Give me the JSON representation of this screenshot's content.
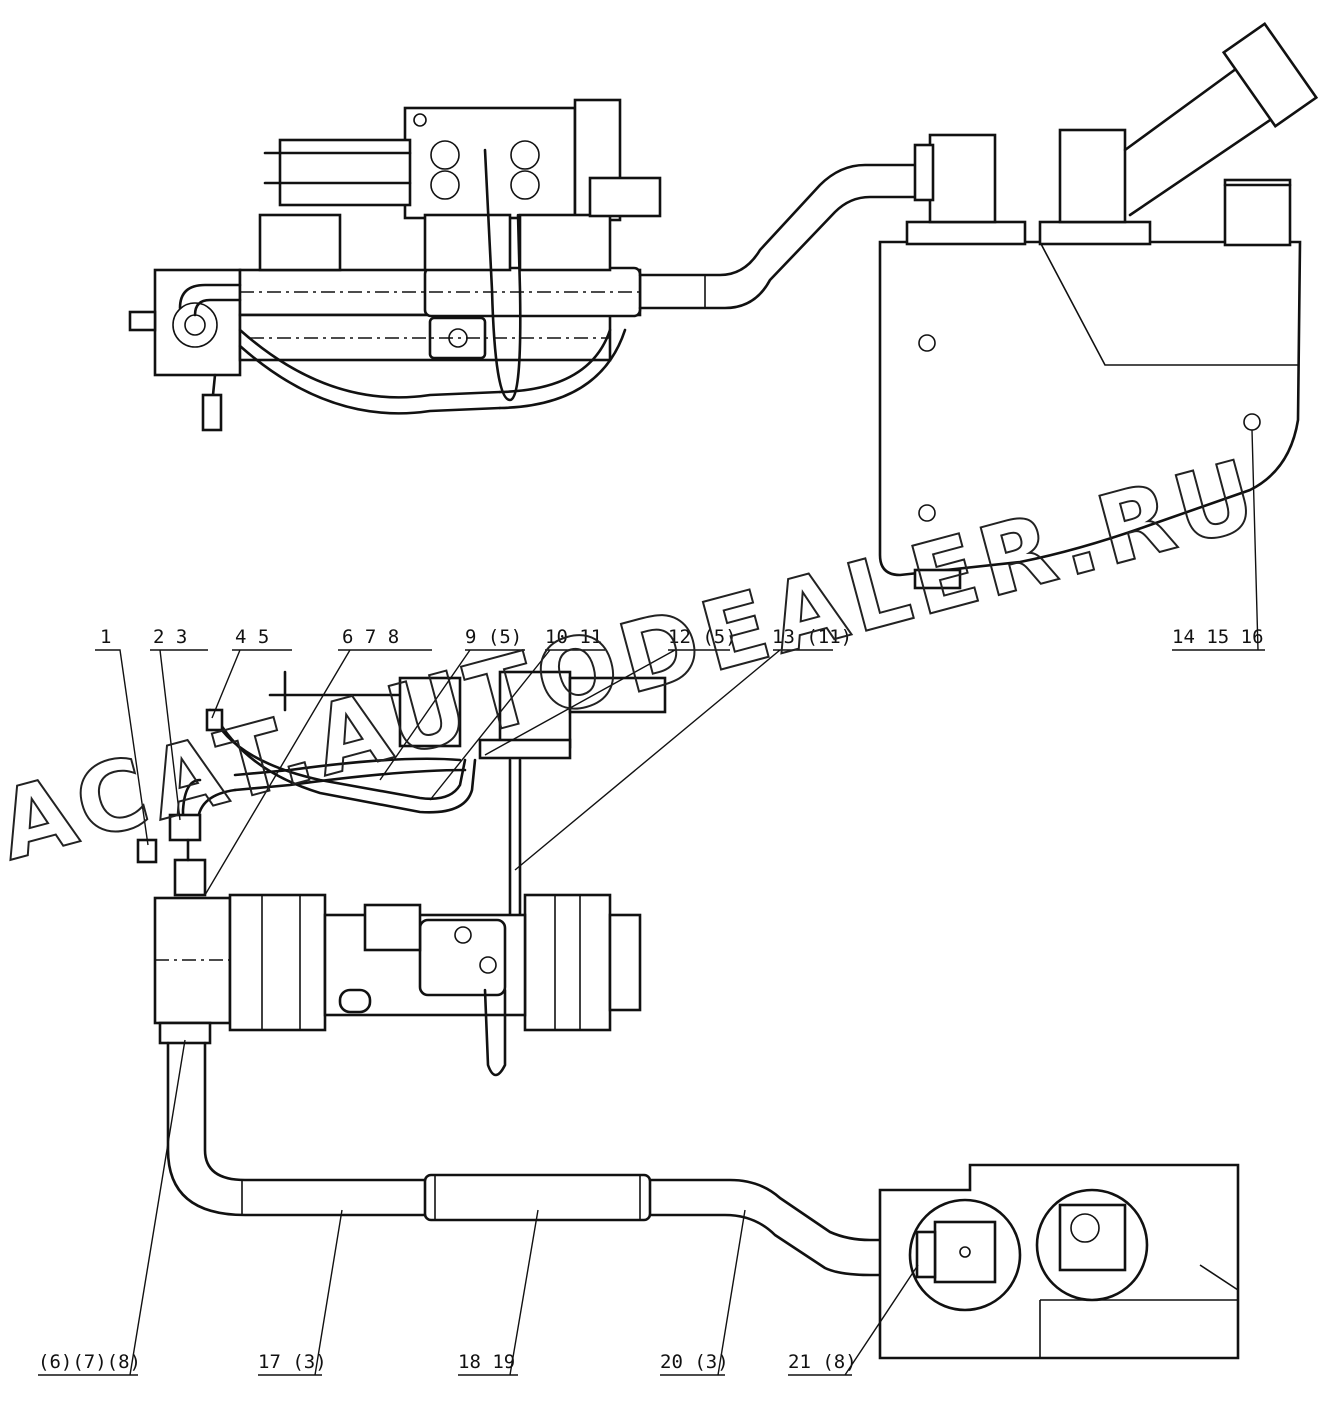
{
  "watermark": "ACAT.AUTODEALER.RU",
  "labels": {
    "l1": "1",
    "l2_3": "2  3",
    "l4_5": "4  5",
    "l6_7_8": "6  7  8",
    "l9": "9 (5)",
    "l10_11": "10  11",
    "l12": "12 (5)",
    "l13": "13 (11)",
    "l14_16": "14  15  16",
    "b_678": "(6)(7)(8)",
    "b_17": "17 (3)",
    "b_18_19": "18  19",
    "b_20": "20 (3)",
    "b_21": "21 (8)"
  }
}
